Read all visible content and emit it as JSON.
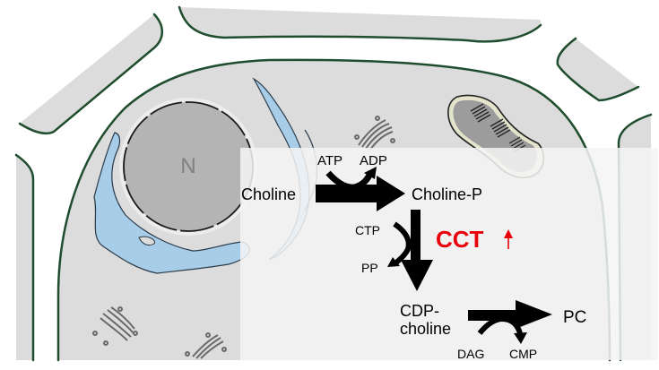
{
  "figure": {
    "nucleus_label": "N",
    "pathway": {
      "substrate": "Choline",
      "step1_cofactor_in": "ATP",
      "step1_cofactor_out": "ADP",
      "product1": "Choline-P",
      "step2_cofactor_in": "CTP",
      "step2_cofactor_out": "PP",
      "enzyme": "CCT",
      "enzyme_change": "up",
      "product2_line1": "CDP-",
      "product2_line2": "choline",
      "step3_cofactor_in": "DAG",
      "step3_cofactor_out": "CMP",
      "final_product": "PC"
    },
    "colors": {
      "cell_membrane": "#1f4d2e",
      "cytoplasm": "#dcdcdc",
      "nucleus": "#b4b4b4",
      "er": "#a8cde8",
      "overlay_panel": "#f4f4f4",
      "enzyme_highlight": "#e8000b",
      "arrow": "#000000"
    }
  }
}
